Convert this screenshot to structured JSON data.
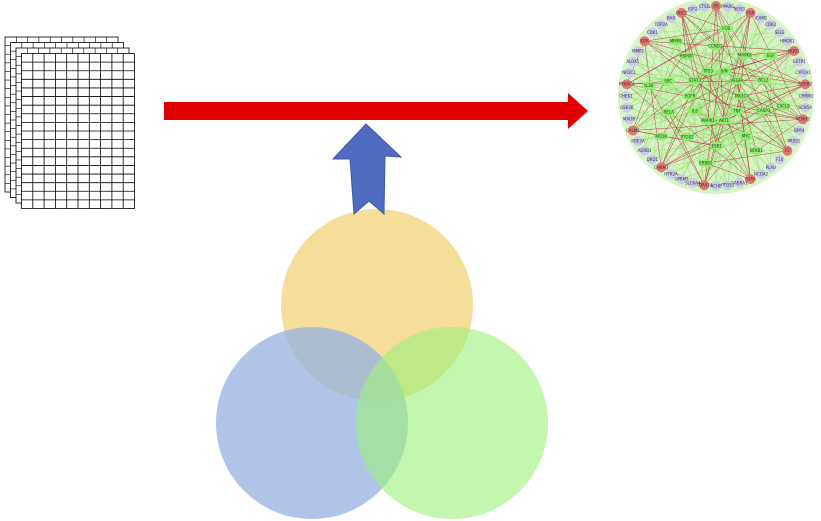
{
  "colors": {
    "flow_arrow": "#e00000",
    "up_arrow": "#4f6cc0",
    "venn_top": "#f2d37e",
    "venn_left": "#98b4df",
    "venn_right": "#9ef07c",
    "network_background": "#d7f4c4",
    "node_inner": "#8cf06a",
    "node_peripheral": "#c9cbef",
    "node_highlight": "#e27575",
    "edge_green": "#7ed957",
    "edge_red": "#c0143c",
    "table_line": "#000000"
  },
  "diagram": {
    "table_sheets": 4,
    "table_rows": 18,
    "table_cols": 10,
    "network": {
      "inner_nodes": [
        {
          "label": "PIK3CA"
        },
        {
          "label": "TNF"
        },
        {
          "label": "AKT1"
        },
        {
          "label": "MAPK1"
        },
        {
          "label": "IL6"
        },
        {
          "label": "EGFR"
        },
        {
          "label": "STAT3"
        },
        {
          "label": "TP53"
        },
        {
          "label": "JUN"
        },
        {
          "label": "VEGFA"
        },
        {
          "label": "CASP3"
        },
        {
          "label": "MYC"
        },
        {
          "label": "ESR1"
        },
        {
          "label": "PTGS2"
        },
        {
          "label": "RELA"
        },
        {
          "label": "SRC"
        },
        {
          "label": "HSP90"
        },
        {
          "label": "CCND1"
        },
        {
          "label": "MAPK8"
        },
        {
          "label": "BCL2"
        },
        {
          "label": "IL1B"
        },
        {
          "label": "MMP9"
        },
        {
          "label": "FOS"
        },
        {
          "label": "EGF"
        },
        {
          "label": "CXCL8"
        },
        {
          "label": "NFKB1"
        },
        {
          "label": "ERBB2"
        },
        {
          "label": "MTOR"
        }
      ],
      "outer_nodes": [
        {
          "label": "AR",
          "type": "highlight"
        },
        {
          "label": "PPARG",
          "type": "peripheral"
        },
        {
          "label": "NOS3",
          "type": "peripheral"
        },
        {
          "label": "PGR",
          "type": "highlight"
        },
        {
          "label": "ICAM1",
          "type": "peripheral"
        },
        {
          "label": "CDK2",
          "type": "peripheral"
        },
        {
          "label": "SELE",
          "type": "peripheral"
        },
        {
          "label": "HMOX1",
          "type": "peripheral"
        },
        {
          "label": "NQO1",
          "type": "highlight"
        },
        {
          "label": "GSTP1",
          "type": "peripheral"
        },
        {
          "label": "CYP1A1",
          "type": "peripheral"
        },
        {
          "label": "ADRB2",
          "type": "highlight"
        },
        {
          "label": "CHRM1",
          "type": "peripheral"
        },
        {
          "label": "SCN5A",
          "type": "peripheral"
        },
        {
          "label": "KCNH2",
          "type": "highlight"
        },
        {
          "label": "DPP4",
          "type": "peripheral"
        },
        {
          "label": "PRSS1",
          "type": "peripheral"
        },
        {
          "label": "F2",
          "type": "highlight"
        },
        {
          "label": "F10",
          "type": "peripheral"
        },
        {
          "label": "PLAU",
          "type": "peripheral"
        },
        {
          "label": "NCOA2",
          "type": "peripheral"
        },
        {
          "label": "RXRA",
          "type": "highlight"
        },
        {
          "label": "GABRA1",
          "type": "peripheral"
        },
        {
          "label": "PTGS1",
          "type": "peripheral"
        },
        {
          "label": "ACHE",
          "type": "peripheral"
        },
        {
          "label": "ADRA1A",
          "type": "highlight"
        },
        {
          "label": "SLC6A4",
          "type": "peripheral"
        },
        {
          "label": "OPRM1",
          "type": "peripheral"
        },
        {
          "label": "HTR2A",
          "type": "peripheral"
        },
        {
          "label": "CHRM3",
          "type": "highlight"
        },
        {
          "label": "DRD1",
          "type": "peripheral"
        },
        {
          "label": "ADRB1",
          "type": "peripheral"
        },
        {
          "label": "PDE3A",
          "type": "peripheral"
        },
        {
          "label": "CALM1",
          "type": "highlight"
        },
        {
          "label": "MAOB",
          "type": "peripheral"
        },
        {
          "label": "GSK3B",
          "type": "peripheral"
        },
        {
          "label": "CHEK1",
          "type": "peripheral"
        },
        {
          "label": "PRKACA",
          "type": "highlight"
        },
        {
          "label": "NR3C1",
          "type": "peripheral"
        },
        {
          "label": "ALOX5",
          "type": "peripheral"
        },
        {
          "label": "MMP2",
          "type": "peripheral"
        },
        {
          "label": "KDR",
          "type": "highlight"
        },
        {
          "label": "CDK1",
          "type": "peripheral"
        },
        {
          "label": "TOP2A",
          "type": "peripheral"
        },
        {
          "label": "BAX",
          "type": "peripheral"
        },
        {
          "label": "ODC1",
          "type": "highlight"
        },
        {
          "label": "IGF2",
          "type": "peripheral"
        },
        {
          "label": "CTSD",
          "type": "peripheral"
        }
      ]
    }
  }
}
